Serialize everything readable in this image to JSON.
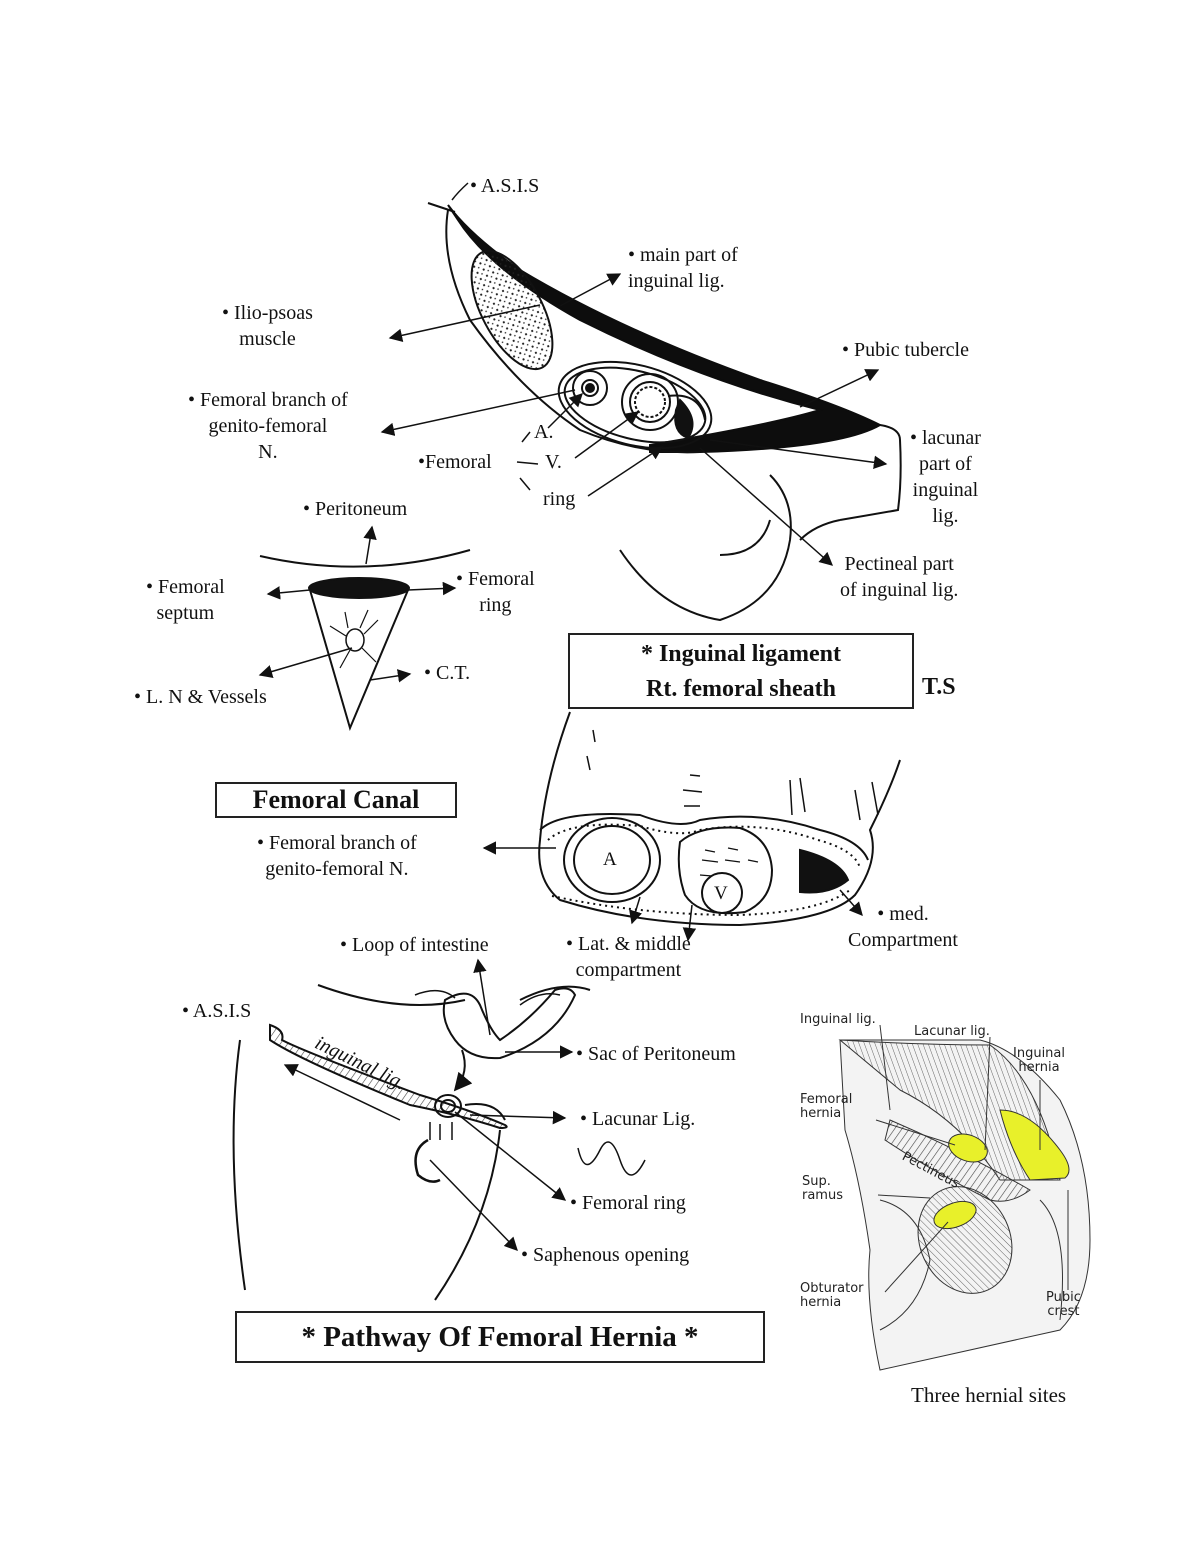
{
  "sheath": {
    "asis": "• A.S.I.S",
    "main_part": "• main part of\ninguinal lig.",
    "ilio_psoas": "• Ilio-psoas\nmuscle",
    "pubic_tubercle": "• Pubic tubercle",
    "femoral_branch": "• Femoral branch of\ngenito-femoral\nN.",
    "lacunar_part": "• lacunar\npart of\ninguinal\nlig.",
    "artery": "A.",
    "femoral": "•Femoral",
    "vein": "V.",
    "ring": "ring",
    "pectineal_part": "Pectineal part\nof inguinal lig.",
    "title": "* Inguinal ligament\nRt. femoral sheath",
    "ts": "T.S"
  },
  "canal": {
    "peritoneum": "• Peritoneum",
    "femoral_septum": "• Femoral\nseptum",
    "femoral_ring": "• Femoral\nring",
    "ct": "• C.T.",
    "ln_vessels": "• L. N & Vessels",
    "title": "Femoral Canal"
  },
  "compartments": {
    "femoral_branch": "• Femoral branch of\ngenito-femoral N.",
    "a": "A",
    "v": "V",
    "lat_middle": "• Lat. & middle\ncompartment",
    "med": "• med.\nCompartment"
  },
  "pathway": {
    "loop_intestine": "• Loop of intestine",
    "asis": "• A.S.I.S",
    "inguinal_lig": "inguinal lig.",
    "sac": "• Sac of Peritoneum",
    "lacunar": "• Lacunar Lig.",
    "femoral_ring": "• Femoral ring",
    "saphenous": "• Saphenous opening",
    "title": "* Pathway Of Femoral Hernia *"
  },
  "sites": {
    "inguinal_lig": "Inguinal lig.",
    "lacunar_lig": "Lacunar lig.",
    "inguinal_hernia": "Inguinal\nhernia",
    "femoral_hernia": "Femoral\nhernia",
    "pectineus": "Pectineus",
    "sup_ramus": "Sup.\nramus",
    "obturator_hernia": "Obturator\nhernia",
    "pubic_crest": "Pubic\ncrest",
    "caption": "Three hernial sites"
  },
  "colors": {
    "highlight": "#e8f02a",
    "ink": "#111111"
  }
}
